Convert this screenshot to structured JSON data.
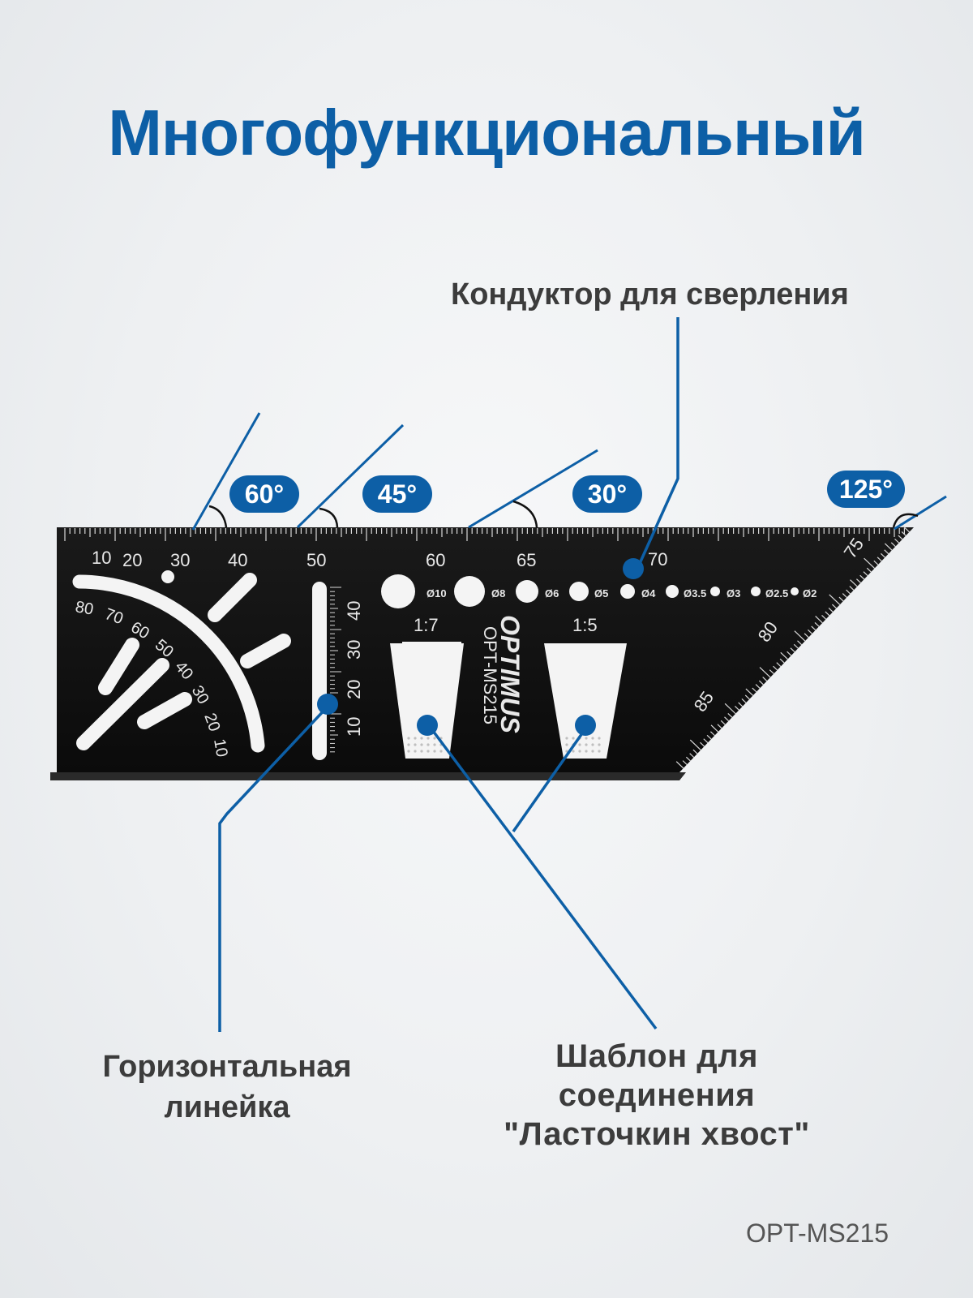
{
  "headline": "Многофункциональный",
  "callouts": {
    "drill_jig": "Кондуктор для сверления",
    "ruler_line1": "Горизонтальная",
    "ruler_line2": "линейка",
    "dovetail_line1": "Шаблон для",
    "dovetail_line2": "соединения",
    "dovetail_line3": "\"Ласточкин хвост\""
  },
  "angle_badges": [
    "60°",
    "45°",
    "30°",
    "125°"
  ],
  "tool": {
    "brand": "OPTIMUS",
    "model_engraving": "OPT-MS215",
    "top_scale": [
      "10",
      "20",
      "30",
      "40",
      "50",
      "60",
      "65",
      "70",
      "75"
    ],
    "diagonal_scale": [
      "80",
      "85"
    ],
    "protractor_scale": [
      "80",
      "70",
      "60",
      "50",
      "40",
      "30",
      "20",
      "10"
    ],
    "vertical_scale": [
      "40",
      "30",
      "20",
      "10"
    ],
    "holes": [
      "Ø10",
      "Ø8",
      "Ø6",
      "Ø5",
      "Ø4",
      "Ø3.5",
      "Ø3",
      "Ø2.5",
      "Ø2"
    ],
    "dovetail_ratios": [
      "1:7",
      "1:5"
    ]
  },
  "model_footer": "OPT-MS215",
  "colors": {
    "accent": "#0d5fa6",
    "tool": "#111111",
    "callout_text": "#3c3c3c"
  }
}
